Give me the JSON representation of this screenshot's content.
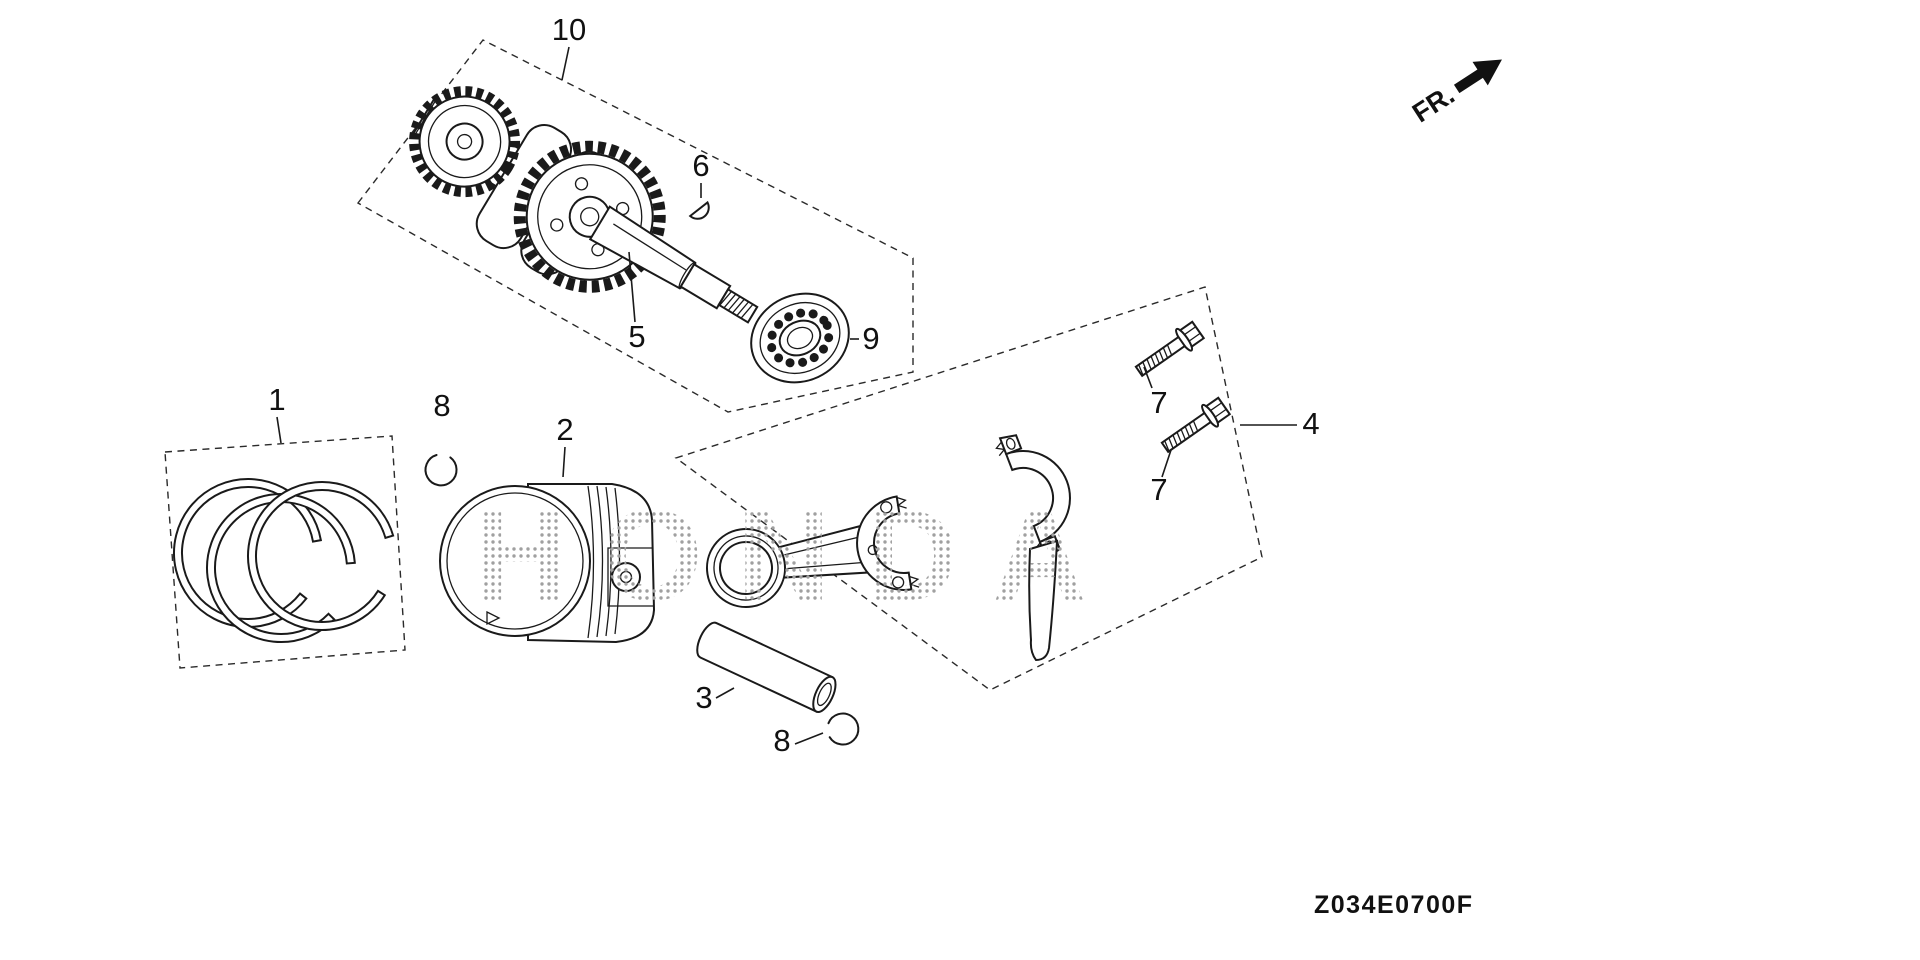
{
  "figure": {
    "watermark": "HONDA",
    "code": "Z034E0700F",
    "direction_indicator": "FR.",
    "callouts": {
      "c1": "1",
      "c2": "2",
      "c3": "3",
      "c4": "4",
      "c5": "5",
      "c6": "6",
      "c7a": "7",
      "c7b": "7",
      "c8a": "8",
      "c8b": "8",
      "c9": "9",
      "c10": "10"
    },
    "colors": {
      "line_art": "#1a1a1a",
      "watermark_dots": "#a0a0a0",
      "background": "#ffffff"
    },
    "icons": {
      "fr_arrow": "solid-direction-arrow-up-right"
    }
  }
}
